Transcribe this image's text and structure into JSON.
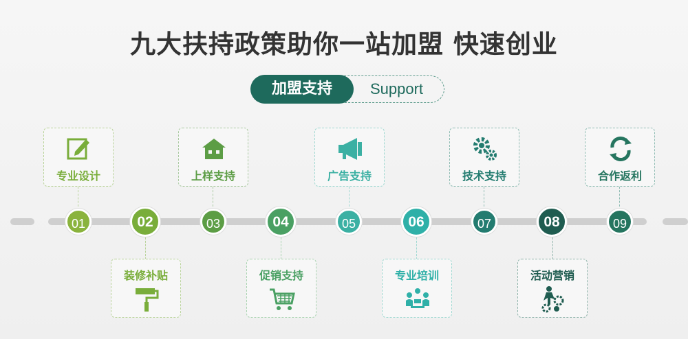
{
  "title": "九大扶持政策助你一站加盟  快速创业",
  "badge": {
    "cn": "加盟支持",
    "en": "Support"
  },
  "steps": [
    {
      "num": "01",
      "label": "专业设计",
      "icon": "pencil-icon",
      "color": "#8ab33d"
    },
    {
      "num": "02",
      "label": "装修补贴",
      "icon": "paint-roller-icon",
      "color": "#79ad3a"
    },
    {
      "num": "03",
      "label": "上样支持",
      "icon": "house-icon",
      "color": "#5c9d45"
    },
    {
      "num": "04",
      "label": "促销支持",
      "icon": "shopping-cart-icon",
      "color": "#4aa063"
    },
    {
      "num": "05",
      "label": "广告支持",
      "icon": "megaphone-icon",
      "color": "#3bb0a3"
    },
    {
      "num": "06",
      "label": "专业培训",
      "icon": "meeting-icon",
      "color": "#2fb0a8"
    },
    {
      "num": "07",
      "label": "技术支持",
      "icon": "gears-icon",
      "color": "#237c70"
    },
    {
      "num": "08",
      "label": "活动营销",
      "icon": "marketing-icon",
      "color": "#1f5c50"
    },
    {
      "num": "09",
      "label": "合作返利",
      "icon": "recycle-icon",
      "color": "#25755f"
    }
  ]
}
